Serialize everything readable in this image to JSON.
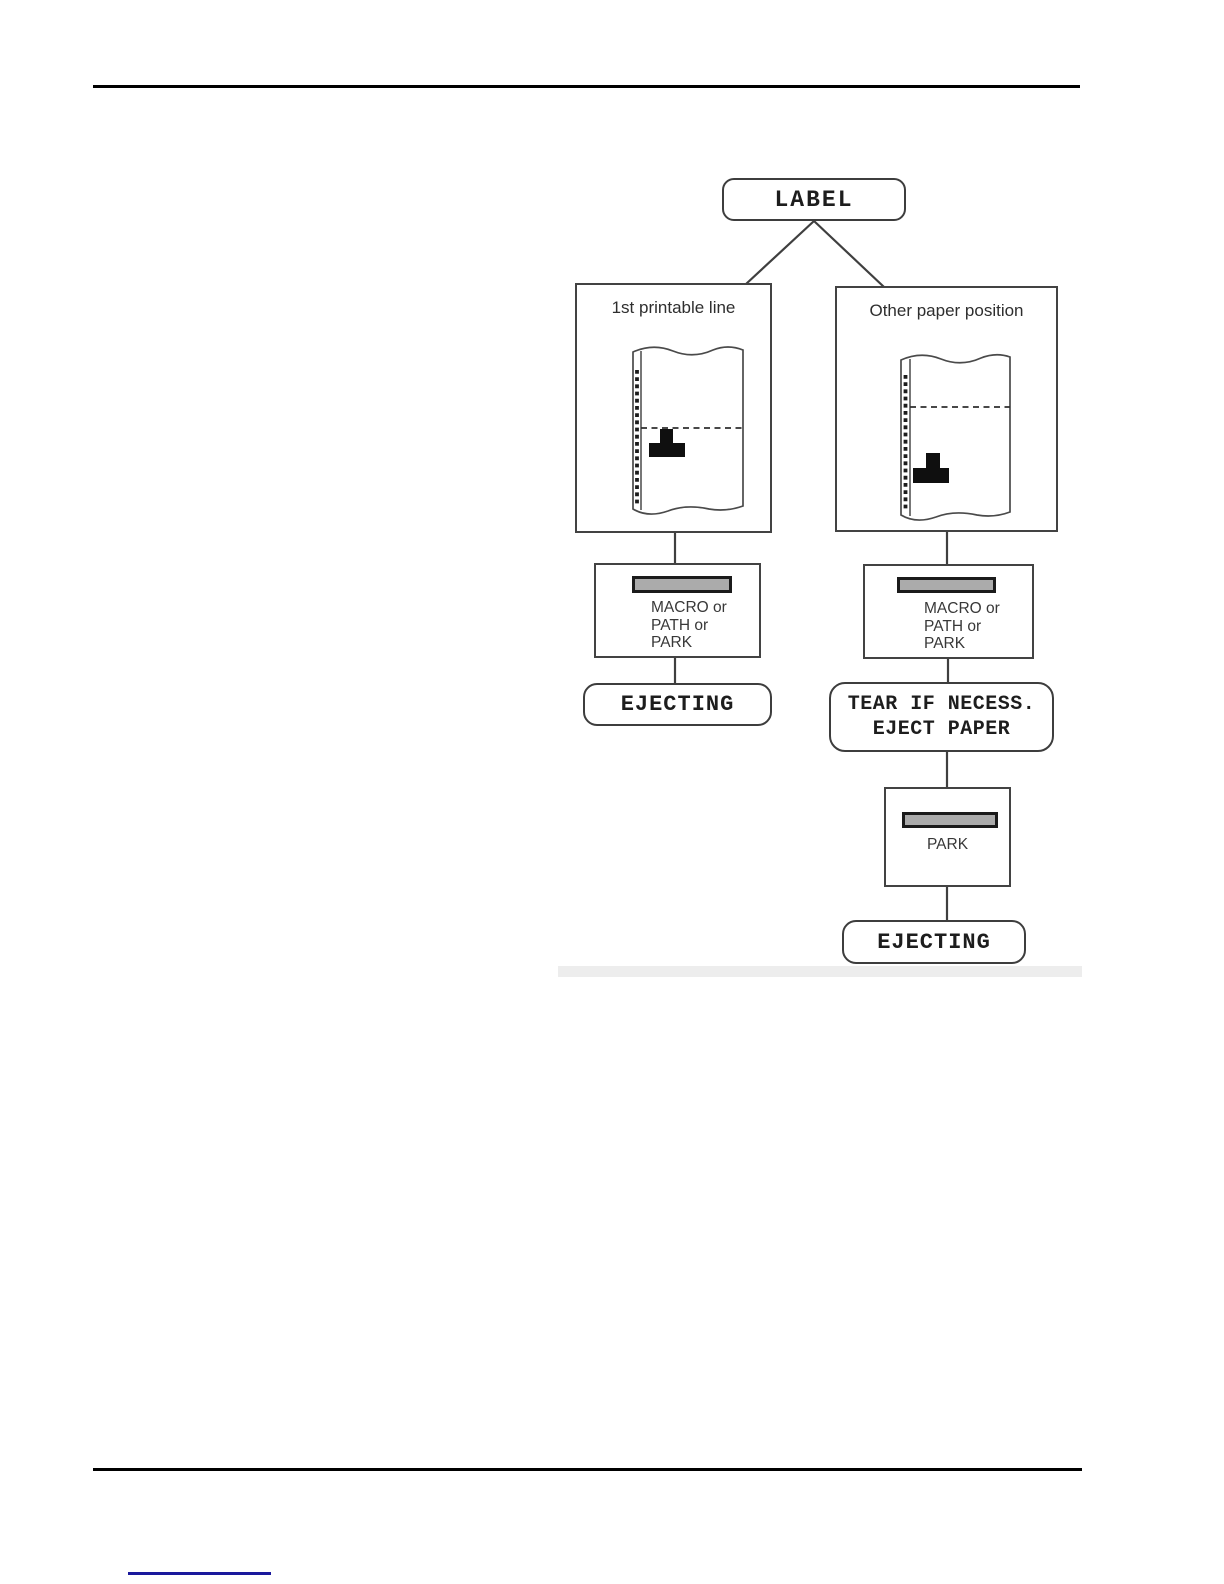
{
  "flowchart": {
    "root": "LABEL",
    "left_branch": {
      "condition": "1st printable line",
      "button_action": [
        "MACRO or",
        "PATH or",
        "PARK"
      ],
      "terminal": "EJECTING"
    },
    "right_branch": {
      "condition": "Other paper position",
      "button_action": [
        "MACRO or",
        "PATH or",
        "PARK"
      ],
      "tear_step": [
        "TEAR IF NECESS.",
        "EJECT PAPER"
      ],
      "park_button_label": "PARK",
      "terminal": "EJECTING"
    },
    "icons": {
      "paper_left": "continuous-paper-with-label-at-first-line",
      "paper_right": "continuous-paper-with-label-lower",
      "button_bar": "printer-panel-button"
    },
    "colors": {
      "connector_line": "#3f3f3f",
      "box_border": "#3d3d3d",
      "button_fill": "#ababab",
      "button_border": "#1b1b1b",
      "page_rule": "#000000",
      "footnote_rule": "#1a189c"
    }
  }
}
